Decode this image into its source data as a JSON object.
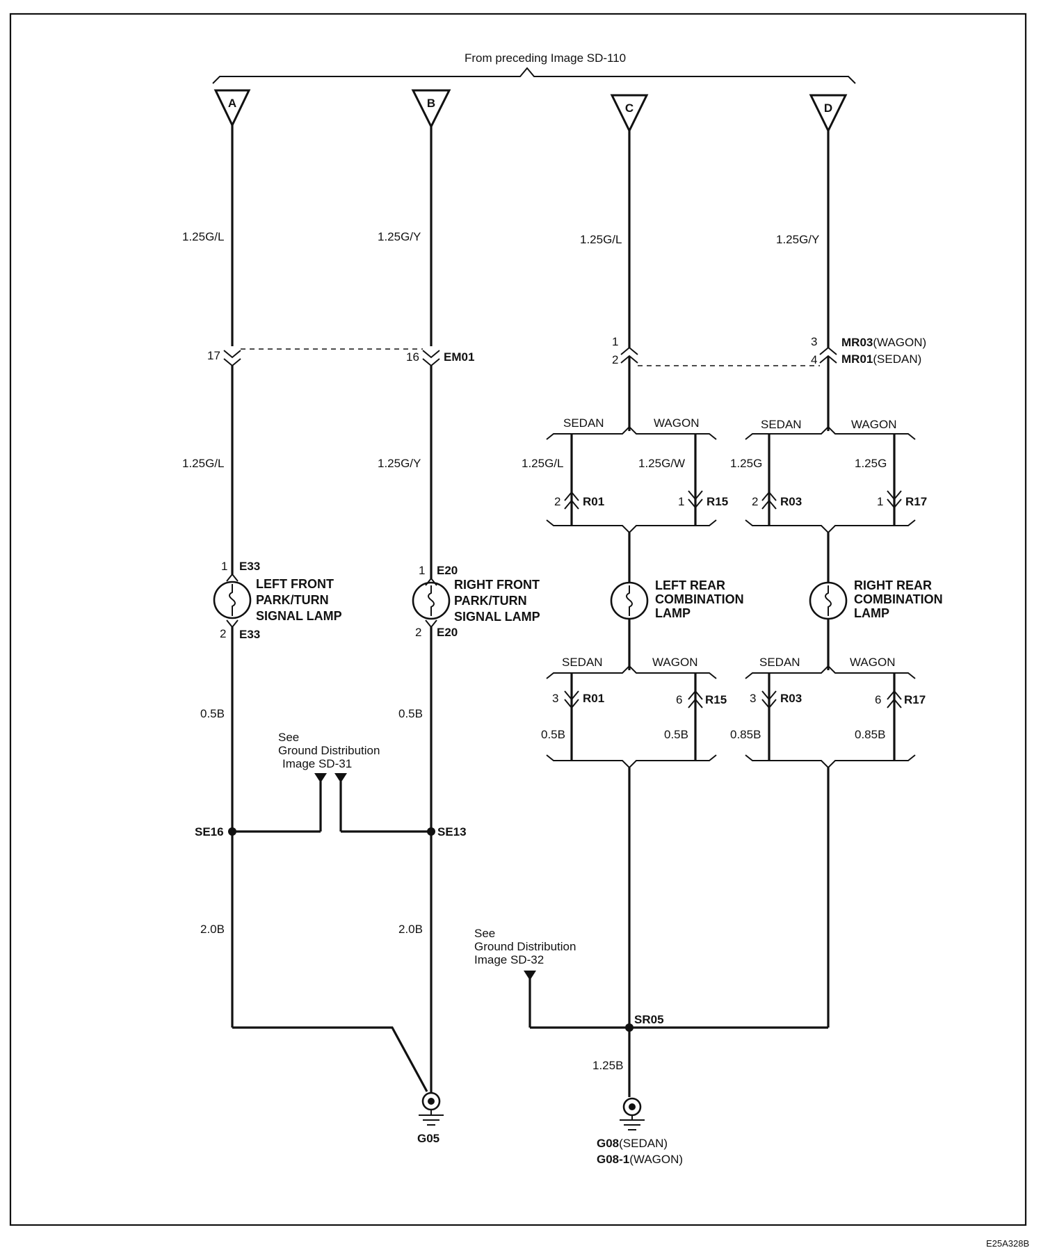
{
  "header": {
    "from_text": "From preceding Image SD-110"
  },
  "footer": {
    "code": "E25A328B"
  },
  "terminals": [
    {
      "letter": "A"
    },
    {
      "letter": "B"
    },
    {
      "letter": "C"
    },
    {
      "letter": "D"
    }
  ],
  "wires": {
    "a_top": "1.25G/L",
    "b_top": "1.25G/Y",
    "c_top": "1.25G/L",
    "d_top": "1.25G/Y",
    "a_mid": "1.25G/L",
    "b_mid": "1.25G/Y",
    "c_sedan_in": "1.25G/L",
    "c_wagon_in": "1.25G/W",
    "d_sedan_in": "1.25G",
    "d_wagon_in": "1.25G",
    "a_low": "0.5B",
    "b_low": "0.5B",
    "c_sedan_out": "0.5B",
    "c_wagon_out": "0.5B",
    "d_sedan_out": "0.85B",
    "d_wagon_out": "0.85B",
    "a_ground": "2.0B",
    "b_ground": "2.0B",
    "sr05_ground": "1.25B"
  },
  "connectors": {
    "em01": {
      "name": "EM01",
      "pin_a": "17",
      "pin_b": "16"
    },
    "mr": {
      "pin_c_1": "1",
      "pin_c_2": "2",
      "pin_d_3": "3",
      "pin_d_4": "4",
      "mr03": "MR03",
      "mr03_note": "(WAGON)",
      "mr01": "MR01",
      "mr01_note": "(SEDAN)"
    },
    "r01_top": {
      "name": "R01",
      "pin": "2"
    },
    "r15_top": {
      "name": "R15",
      "pin": "1"
    },
    "r03_top": {
      "name": "R03",
      "pin": "2"
    },
    "r17_top": {
      "name": "R17",
      "pin": "1"
    },
    "r01_bot": {
      "name": "R01",
      "pin": "3"
    },
    "r15_bot": {
      "name": "R15",
      "pin": "6"
    },
    "r03_bot": {
      "name": "R03",
      "pin": "3"
    },
    "r17_bot": {
      "name": "R17",
      "pin": "6"
    },
    "e33_top": {
      "name": "E33",
      "pin": "1"
    },
    "e33_bot": {
      "name": "E33",
      "pin": "2"
    },
    "e20_top": {
      "name": "E20",
      "pin": "1"
    },
    "e20_bot": {
      "name": "E20",
      "pin": "2"
    }
  },
  "variants": {
    "sedan": "SEDAN",
    "wagon": "WAGON"
  },
  "lamps": {
    "left_front": [
      "LEFT FRONT",
      "PARK/TURN",
      "SIGNAL LAMP"
    ],
    "right_front": [
      "RIGHT FRONT",
      "PARK/TURN",
      "SIGNAL LAMP"
    ],
    "left_rear": [
      "LEFT REAR",
      "COMBINATION",
      "LAMP"
    ],
    "right_rear": [
      "RIGHT REAR",
      "COMBINATION",
      "LAMP"
    ]
  },
  "splices": {
    "se16": "SE16",
    "se13": "SE13",
    "sr05": "SR05"
  },
  "notes": {
    "gd31": [
      "See",
      "Ground Distribution",
      "Image  SD-31"
    ],
    "gd32": [
      "See",
      "Ground Distribution",
      "Image   SD-32"
    ]
  },
  "grounds": {
    "g05": "G05",
    "g08": "G08",
    "g08_note": "(SEDAN)",
    "g081": "G08-1",
    "g081_note": "(WAGON)"
  }
}
